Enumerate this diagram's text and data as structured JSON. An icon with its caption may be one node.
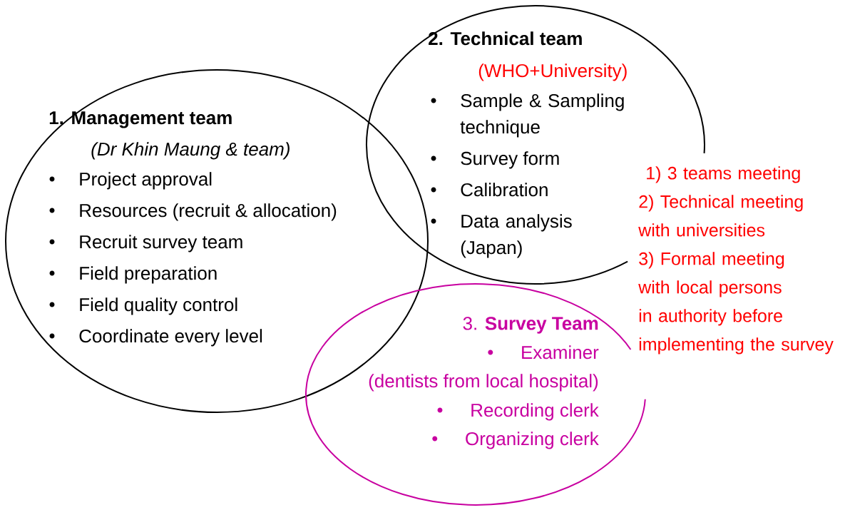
{
  "diagram": {
    "nodes": [
      {
        "text": [
          "1. Management team",
          "(Dr Khin Maung & team)",
          "Project approval",
          "Resources (recruit & allocation)",
          "Recruit survey team",
          "Field preparation",
          "Field quality control",
          "Coordinate every level"
        ]
      },
      {
        "text": [
          "2. Technical team",
          "(WHO+University)",
          "Sample & Sampling technique",
          "Survey form",
          "Calibration",
          "Data analysis (Japan)"
        ]
      },
      {
        "text": [
          "3. **Survey Team**",
          "Examiner",
          "(dentists from local hospital)",
          "Recording clerk",
          "Organizing clerk"
        ]
      }
    ],
    "labels": [
      "1) 3 teams meeting",
      "2) Technical meeting with universities",
      "3)  Formal meeting with local persons in authority before implementing the survey"
    ]
  }
}
